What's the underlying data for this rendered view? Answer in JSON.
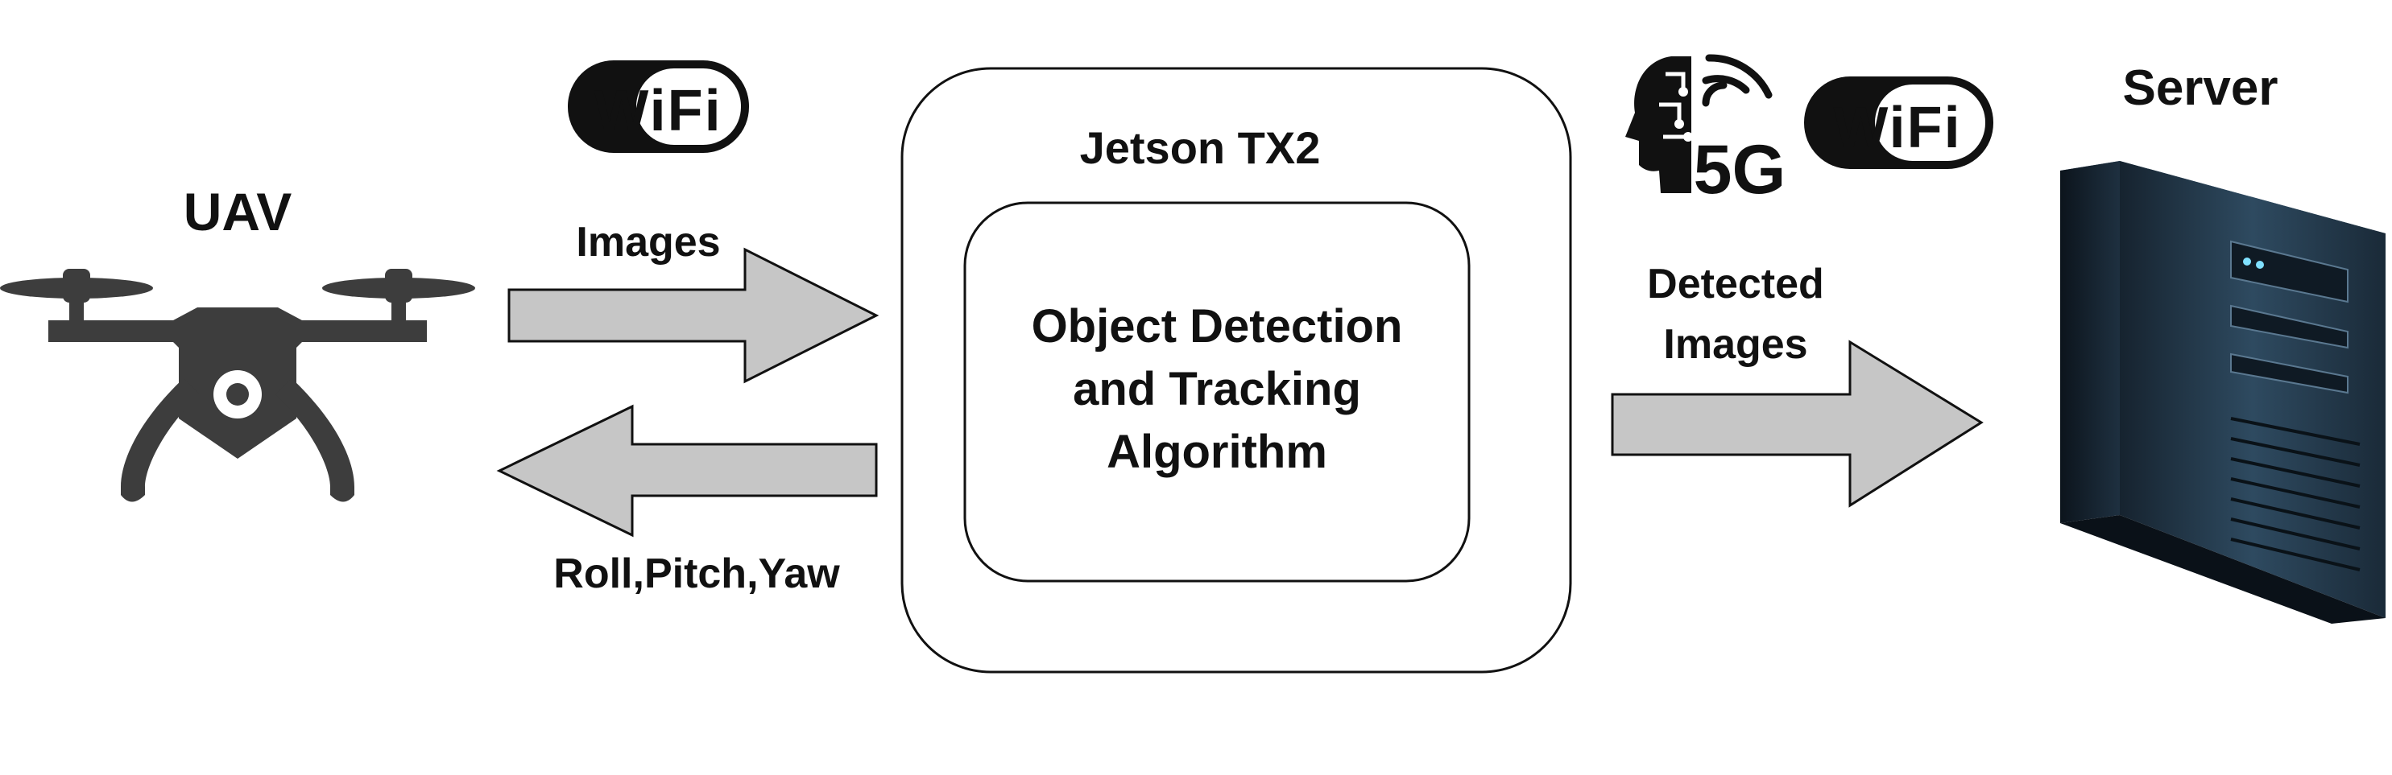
{
  "uav": {
    "label": "UAV",
    "icon": "drone-icon"
  },
  "link_uplink": {
    "label": "Images",
    "icon": "wifi-icon",
    "wifi_text": "WiFi"
  },
  "link_downlink": {
    "label": "Roll,Pitch,Yaw"
  },
  "jetson": {
    "title": "Jetson TX2",
    "module_line1": "Object Detection",
    "module_line2": "and Tracking",
    "module_line3": "Algorithm"
  },
  "link_server": {
    "label_line1": "Detected",
    "label_line2": "Images",
    "icons": [
      "5g-head-icon",
      "wifi-icon"
    ],
    "fiveg_text": "5G",
    "wifi_text": "WiFi"
  },
  "server": {
    "label": "Server",
    "icon": "server-tower-icon"
  },
  "colors": {
    "arrow_fill": "#c6c6c6",
    "stroke": "#111111",
    "server_body": "#1f3344",
    "drone": "#3d3d3d"
  }
}
